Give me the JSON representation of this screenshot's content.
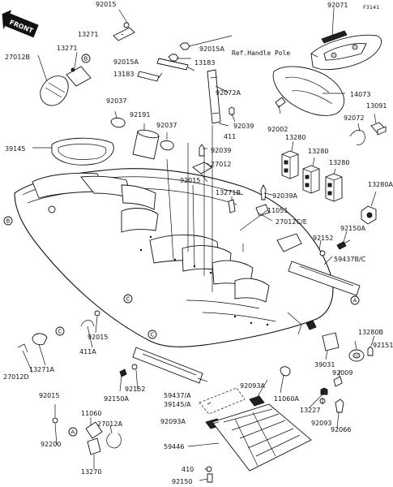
{
  "figure_id": "F3141",
  "front_label": "FRONT",
  "reference_note": "Ref.Handle Pole",
  "detail_markers": {
    "a": "A",
    "b": "B",
    "c": "C"
  },
  "part_numbers": {
    "p92015_top": "92015",
    "p13271_top": "13271",
    "p27012B": "27012B",
    "p13271_mid": "13271",
    "p92015A_top": "92015A",
    "p92015A_mid": "92015A",
    "p13183_a": "13183",
    "p13183_b": "13183",
    "p92071": "92071",
    "p14073": "14073",
    "p92037_a": "92037",
    "p92191": "92191",
    "p92037_b": "92037",
    "p92072A": "92072A",
    "p411_top": "411",
    "p92039_a": "92039",
    "p92002": "92002",
    "p13091": "13091",
    "p92072": "92072",
    "p39145": "39145",
    "p92039_b": "92039",
    "p27012": "27012",
    "p13280_a": "13280",
    "p13280_b": "13280",
    "p13280_c": "13280",
    "p92015_mid": "92015",
    "p13271B": "13271B",
    "p92039A": "92039A",
    "p13280A": "13280A",
    "p11051": "11051",
    "p27012CE": "27012C/E",
    "p92150A_r": "92150A",
    "p92152_r": "92152",
    "p59437BC": "59437B/C",
    "p92015_left": "92015",
    "p411A": "411A",
    "p13271A": "13271A",
    "p27012D": "27012D",
    "p13280B": "13280B",
    "p92151": "92151",
    "p39031": "39031",
    "p92009": "92009",
    "p92150A_l": "92150A",
    "p92152_l": "92152",
    "p59437A": "59437/A",
    "p39145A": "39145/A",
    "p92093A_r": "92093A",
    "p11060A": "11060A",
    "p13227": "13227",
    "p92093": "92093",
    "p92066": "92066",
    "p92015_bl": "92015",
    "p92200": "92200",
    "p11060": "11060",
    "p27012A": "27012A",
    "p13270": "13270",
    "p92093A_b": "92093A",
    "p59446": "59446",
    "p410": "410",
    "p92150": "92150"
  }
}
